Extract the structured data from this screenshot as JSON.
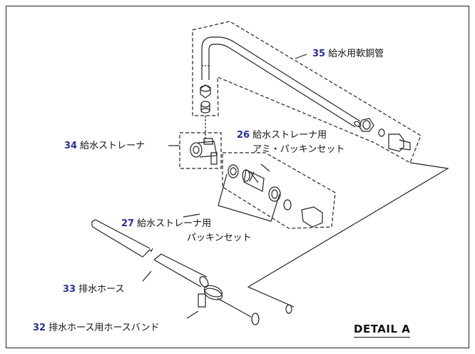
{
  "title": "DETAIL A",
  "callouts": [
    {
      "id": "35",
      "label": "給水用軟銅管"
    },
    {
      "id": "34",
      "label": "給水ストレーナ"
    },
    {
      "id": "26",
      "label_line1": "給水ストレーナ用",
      "label_line2": "アミ・パッキンセット"
    },
    {
      "id": "27",
      "label_line1": "給水ストレーナ用",
      "label_line2": "パッキンセット"
    },
    {
      "id": "33",
      "label": "排水ホース"
    },
    {
      "id": "32",
      "label": "排水ホース用ホースバンド"
    }
  ],
  "colors": {
    "number": "#2a2f8f",
    "line": "#222222"
  }
}
